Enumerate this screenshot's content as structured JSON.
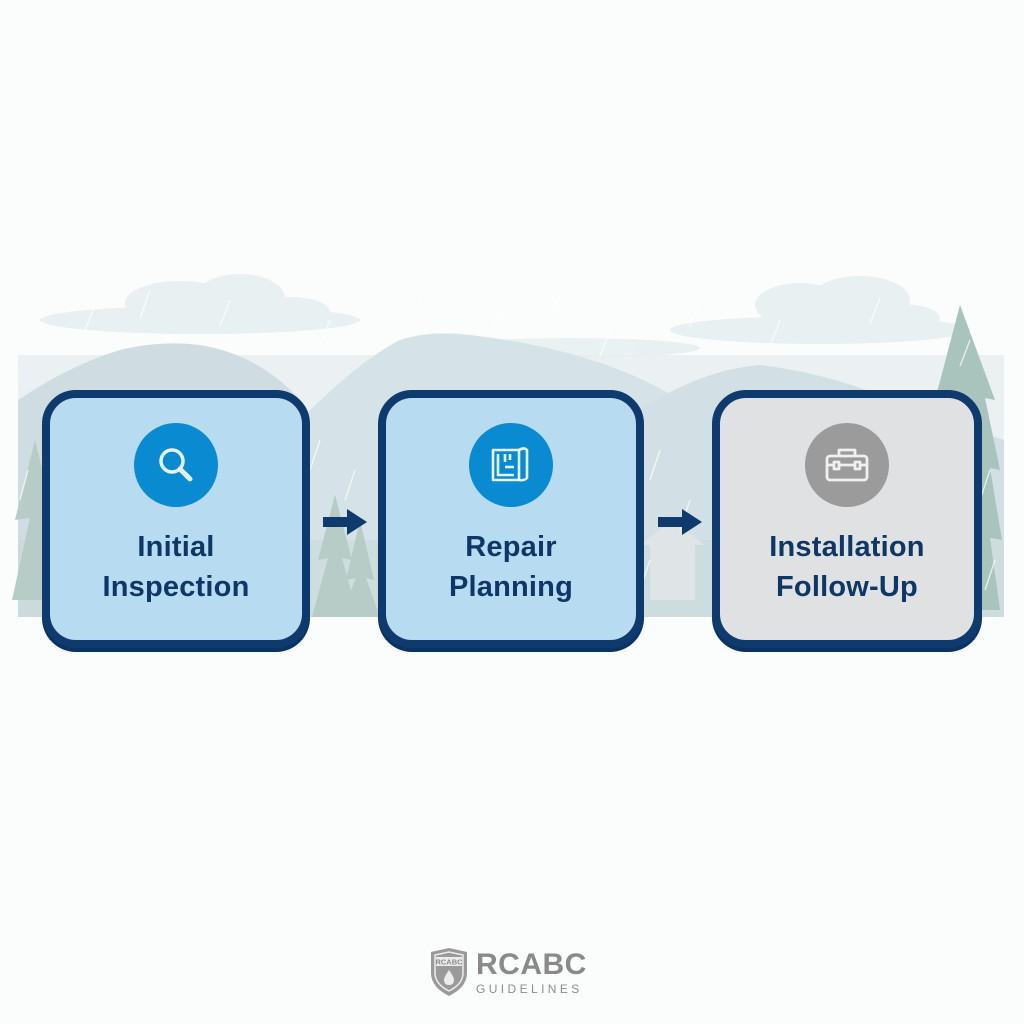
{
  "diagram": {
    "type": "process-flow",
    "steps": [
      {
        "label_line1": "Initial",
        "label_line2": "Inspection",
        "icon": "magnifying-glass-icon",
        "state": "active",
        "card_color": "#b7dcf1",
        "icon_color": "#0a8ad0"
      },
      {
        "label_line1": "Repair",
        "label_line2": "Planning",
        "icon": "blueprint-icon",
        "state": "active",
        "card_color": "#b7dcf1",
        "icon_color": "#0a8ad0"
      },
      {
        "label_line1": "Installation",
        "label_line2": "Follow-Up",
        "icon": "toolbox-icon",
        "state": "pending",
        "card_color": "#e0e1e2",
        "icon_color": "#9b9b9b"
      }
    ],
    "connectors": [
      "arrow-right",
      "arrow-right"
    ],
    "border_color": "#0e3a6e",
    "background_scene": "rainy mountains with clouds and evergreen trees"
  },
  "footer": {
    "logo_badge": "RCABC",
    "logo_title": "RCABC",
    "logo_subtitle": "GUIDELINES"
  }
}
